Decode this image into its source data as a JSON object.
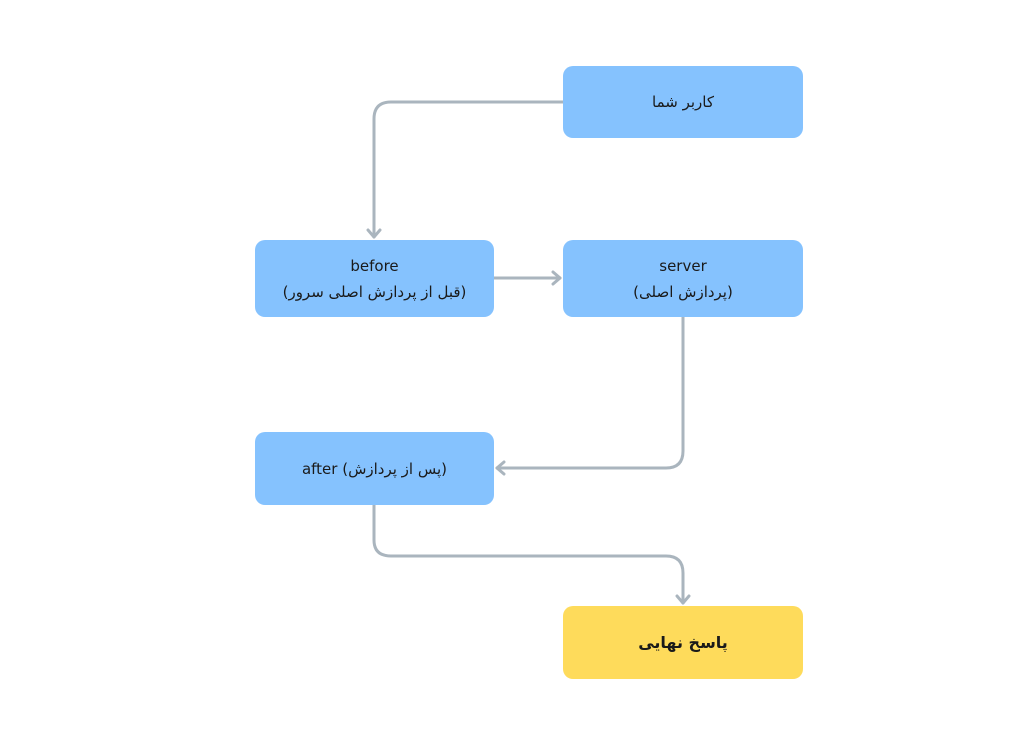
{
  "diagram": {
    "nodes": {
      "user": {
        "line1": "کاربر شما"
      },
      "before": {
        "line1": "before",
        "line2": "(قبل از پردازش اصلی سرور)"
      },
      "server": {
        "line1": "server",
        "line2": "(پردازش اصلی)"
      },
      "after": {
        "line1": "after (پس از پردازش)"
      },
      "final": {
        "line1": "پاسخ نهایی"
      }
    },
    "edges": [
      {
        "from": "user",
        "to": "before"
      },
      {
        "from": "before",
        "to": "server"
      },
      {
        "from": "server",
        "to": "after"
      },
      {
        "from": "after",
        "to": "final"
      }
    ],
    "colors": {
      "node": "#85c2fe",
      "final_node": "#fedb5b",
      "edge": "#aab5be",
      "background": "#ffffff"
    }
  }
}
